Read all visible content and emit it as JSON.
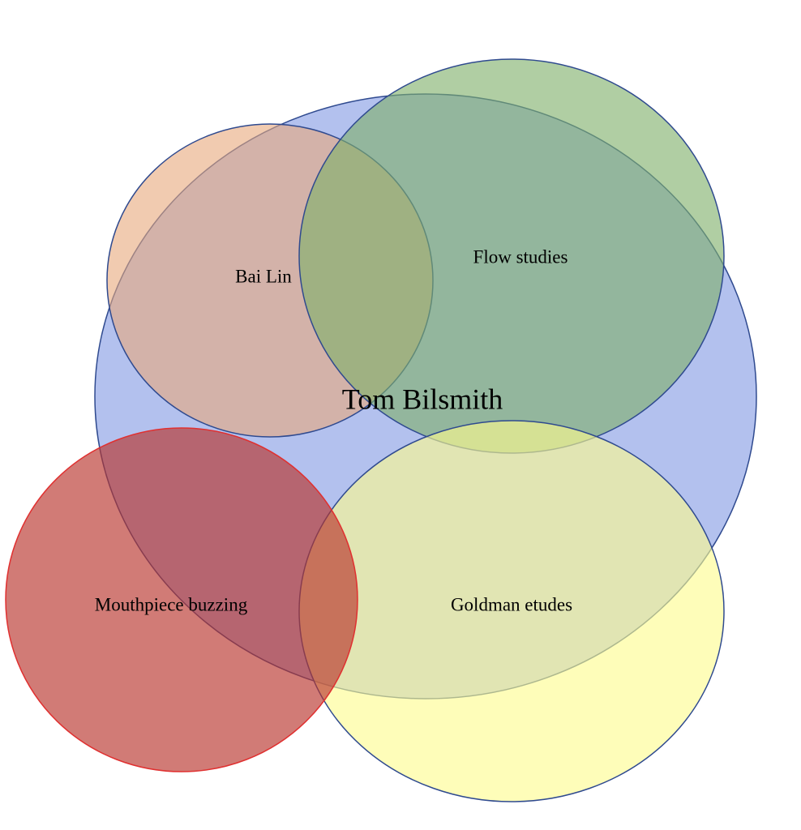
{
  "diagram": {
    "main_set": {
      "label": "Tom Bilsmith",
      "fill": "#8197e2",
      "stroke": "#2f4a8f"
    },
    "sets": [
      {
        "key": "bai_lin",
        "label": "Bai Lin",
        "fill": "#e8a87c",
        "stroke": "#2f4a8f"
      },
      {
        "key": "flow_studies",
        "label": "Flow studies",
        "fill": "#7fb06a",
        "stroke": "#2f4a8f"
      },
      {
        "key": "mouthpiece",
        "label": "Mouthpiece buzzing",
        "fill": "#b8342c",
        "stroke": "#e03030"
      },
      {
        "key": "goldman",
        "label": "Goldman etudes",
        "fill": "#fdfb8e",
        "stroke": "#2f4a8f"
      }
    ]
  }
}
